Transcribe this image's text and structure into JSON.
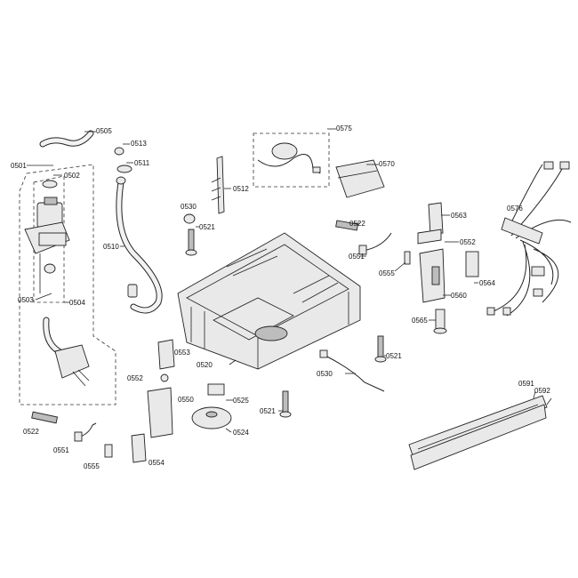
{
  "labels": {
    "p0505": "0505",
    "p0501": "0501",
    "p0502": "0502",
    "p0503": "0503",
    "p0504": "0504",
    "p0513": "0513",
    "p0511": "0511",
    "p0510": "0510",
    "p0512": "0512",
    "p0530a": "0530",
    "p0521a": "0521",
    "p0575a": "0575",
    "p0570": "0570",
    "p0522a": "0522",
    "p0551a": "0551",
    "p0555a": "0555",
    "p0563": "0563",
    "p0552a": "0552",
    "p0576": "0576",
    "p0564": "0564",
    "p0560": "0560",
    "p0565": "0565",
    "p0553": "0553",
    "p0520": "0520",
    "p0552b": "0552",
    "p0550": "0550",
    "p0525": "0525",
    "p0524": "0524",
    "p0530b": "0530",
    "p0521b": "0521",
    "p0521c": "0521",
    "p0522b": "0522",
    "p0551b": "0551",
    "p0555b": "0555",
    "p0554": "0554",
    "p0591": "0591",
    "p0592": "0592"
  }
}
